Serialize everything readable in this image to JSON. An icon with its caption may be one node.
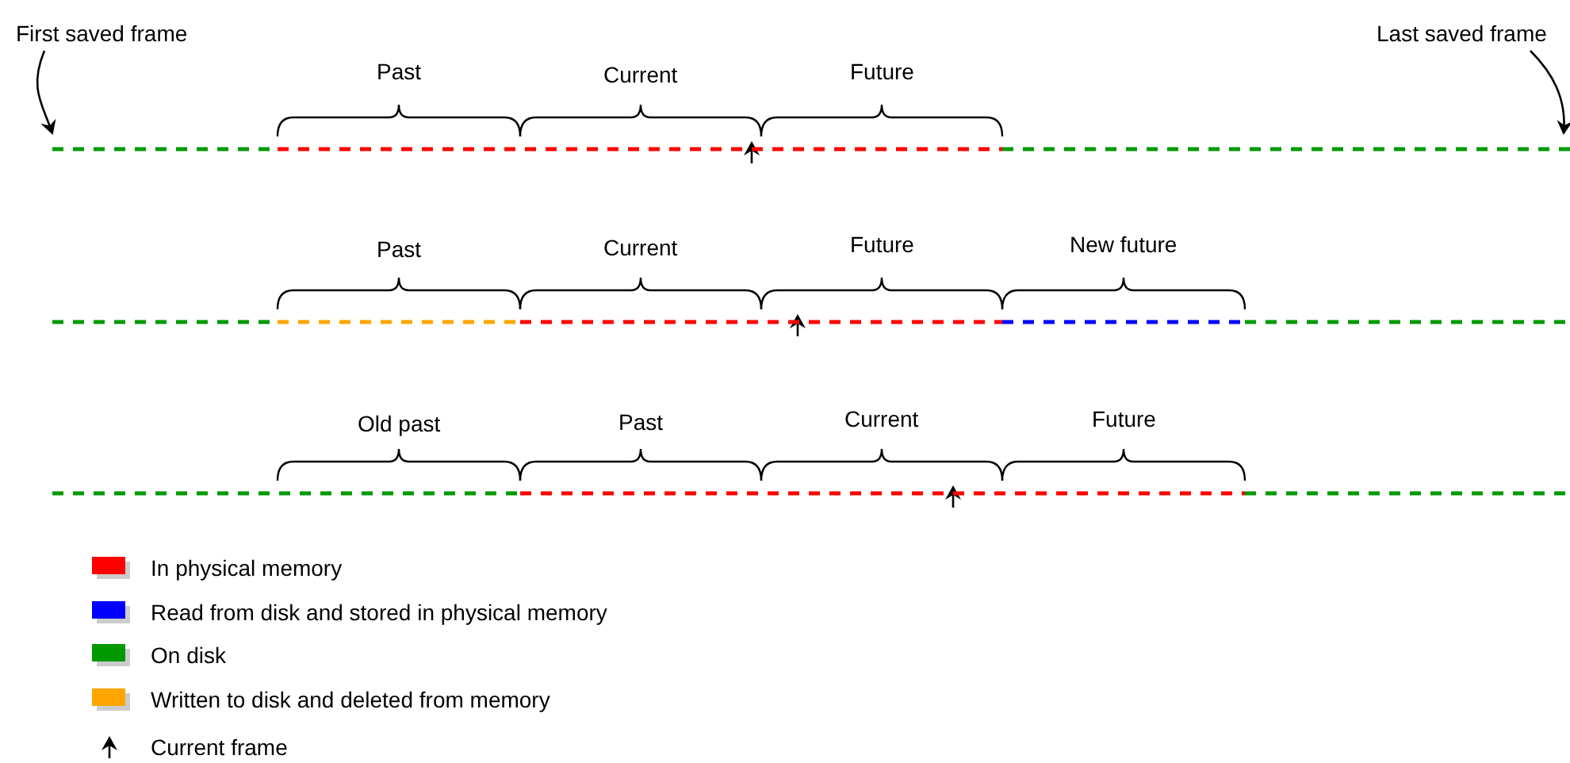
{
  "diagram": {
    "nodes": [
      {
        "text": [
          "First saved frame"
        ]
      },
      {
        "text": [
          "Last saved frame"
        ]
      },
      {
        "text": [],
        "shape": "bar"
      },
      {
        "text": [],
        "shape": "bar"
      },
      {
        "text": [],
        "shape": "bar"
      }
    ],
    "edges": [
      {
        "from": 0,
        "to": 2,
        "arrow": "to"
      },
      {
        "from": 1,
        "to": 2,
        "arrow": "to"
      }
    ],
    "labels": [
      "Past",
      "Current",
      "Future",
      "Past",
      "Current",
      "Future",
      "New future",
      "Old past",
      "Past",
      "Current",
      "Future"
    ],
    "legend": [
      {
        "text": "In physical memory",
        "color": "#ff0000"
      },
      {
        "text": "Read from disk and stored in physical memory",
        "color": "#0000ff"
      },
      {
        "text": "On disk",
        "color": "#009900"
      },
      {
        "text": "Written to disk and deleted from memory",
        "color": "#ffa500"
      },
      {
        "text": "Current frame"
      }
    ]
  }
}
